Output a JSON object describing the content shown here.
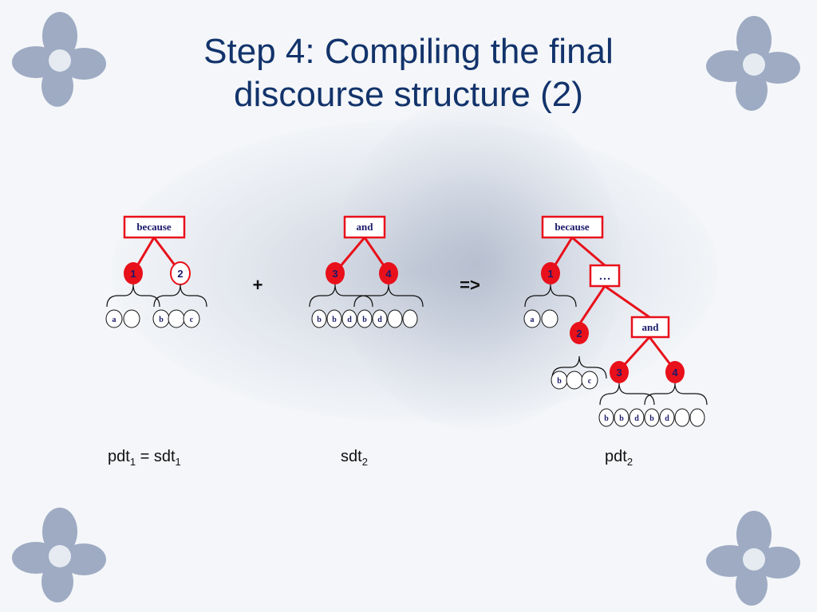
{
  "slide": {
    "title_line1": "Step 4: Compiling the final",
    "title_line2": "discourse structure (2)"
  },
  "colors": {
    "title": "#12336b",
    "accent_red": "#e8101a",
    "node_text": "#1a1a6b"
  },
  "operators": {
    "plus": "+",
    "implies": "=>"
  },
  "trees": {
    "pdt1": {
      "relation": "because",
      "nodes": [
        "1",
        "2"
      ],
      "edu_group1": [
        "a",
        ""
      ],
      "edu_group2": [
        "b",
        "",
        "c"
      ]
    },
    "sdt2": {
      "relation": "and",
      "nodes": [
        "3",
        "4"
      ],
      "edus": [
        "b",
        "b",
        "d",
        "b",
        "d",
        "",
        ""
      ]
    },
    "pdt2": {
      "relation": "because",
      "nodes": [
        "1",
        "2",
        "3",
        "4"
      ],
      "placeholder": "…",
      "inner_relation": "and",
      "edu_group1": [
        "a",
        ""
      ],
      "edu_group2": [
        "b",
        "",
        "c"
      ],
      "edu_group3": [
        "b",
        "b",
        "d",
        "b",
        "d",
        "",
        ""
      ]
    }
  },
  "captions": {
    "pdt1_base": "pdt",
    "pdt1_sub": "1",
    "pdt1_eq": " = sdt",
    "pdt1_eq_sub": "1",
    "sdt2_base": "sdt",
    "sdt2_sub": "2",
    "pdt2_base": "pdt",
    "pdt2_sub": "2"
  },
  "icons": {
    "corner": "flower-icon"
  }
}
